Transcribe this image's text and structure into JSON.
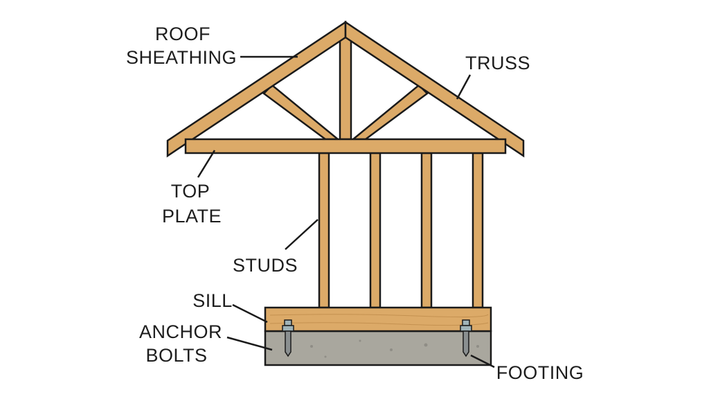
{
  "labels": {
    "roof_sheathing": [
      "ROOF",
      "SHEATHING"
    ],
    "truss": "TRUSS",
    "top_plate": [
      "TOP",
      "PLATE"
    ],
    "studs": "STUDS",
    "sill": "SILL",
    "anchor_bolts": [
      "ANCHOR",
      "BOLTS"
    ],
    "footing": "FOOTING"
  },
  "colors": {
    "wood": "#dcaa68",
    "concrete": "#a9a79e",
    "bolt": "#9fb3b8",
    "outline": "#1a1a1a"
  }
}
